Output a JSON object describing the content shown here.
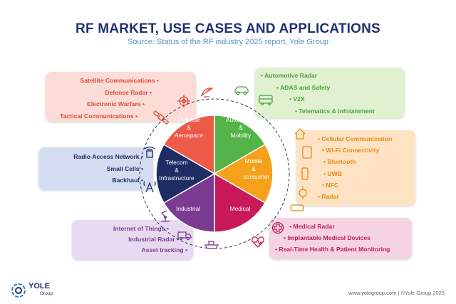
{
  "title": "RF MARKET, USE CASES AND APPLICATIONS",
  "subtitle": "Source: Status of the RF industry 2025 report, Yole Group",
  "segments": {
    "defense": {
      "line1": "Defense",
      "line2": "&",
      "line3": "Aerospace",
      "color": "#ee5a48"
    },
    "automotive": {
      "line1": "Automotive",
      "line2": "&",
      "line3": "Mobility",
      "color": "#55b449"
    },
    "mobile": {
      "line1": "Mobile",
      "line2": "&",
      "line3": "consumer",
      "color": "#f6a11a"
    },
    "medical": {
      "line1": "Medical",
      "color": "#c8195a"
    },
    "industrial": {
      "line1": "Industrial",
      "color": "#7a3b90"
    },
    "telecom": {
      "line1": "Telecom",
      "line2": "&",
      "line3": "Infrastructure",
      "color": "#1f2c66"
    }
  },
  "lists": {
    "defense": [
      "Satellite Communications",
      "Defense Radar",
      "Electronic Warfare",
      "Tactical Communications"
    ],
    "automotive": [
      "Automotive Radar",
      "ADAS and Safety",
      "V2X",
      "Telematics & Infotainment"
    ],
    "mobile": [
      "Cellular Communication",
      "Wi-Fi Connectivity",
      "Bluetooth",
      "UWB",
      "NFC",
      "Radar"
    ],
    "telecom": [
      "Radio Access Network",
      "Small Cells",
      "Backhaul"
    ],
    "industrial": [
      "Internet of Things",
      "Industrial Radar",
      "Asset tracking"
    ],
    "medical": [
      "Medical Radar",
      "Implantable Medical Devices",
      "Real-Time Health & Patient Monitoring"
    ]
  },
  "icons": [
    "satellite-dish-icon",
    "target-icon",
    "satellite-icon",
    "car-icon",
    "bus-icon",
    "house-icon",
    "tablet-icon",
    "phone-icon",
    "watch-icon",
    "vr-headset-icon",
    "medical-cross-icon",
    "heartbeat-icon",
    "ship-icon",
    "truck-icon",
    "robot-arm-icon",
    "antenna-icon",
    "radio-tower-icon"
  ],
  "logo": {
    "name": "YOLE",
    "sub": "Group"
  },
  "footer": "www.yolegroup.com | ©Yole Group 2025"
}
